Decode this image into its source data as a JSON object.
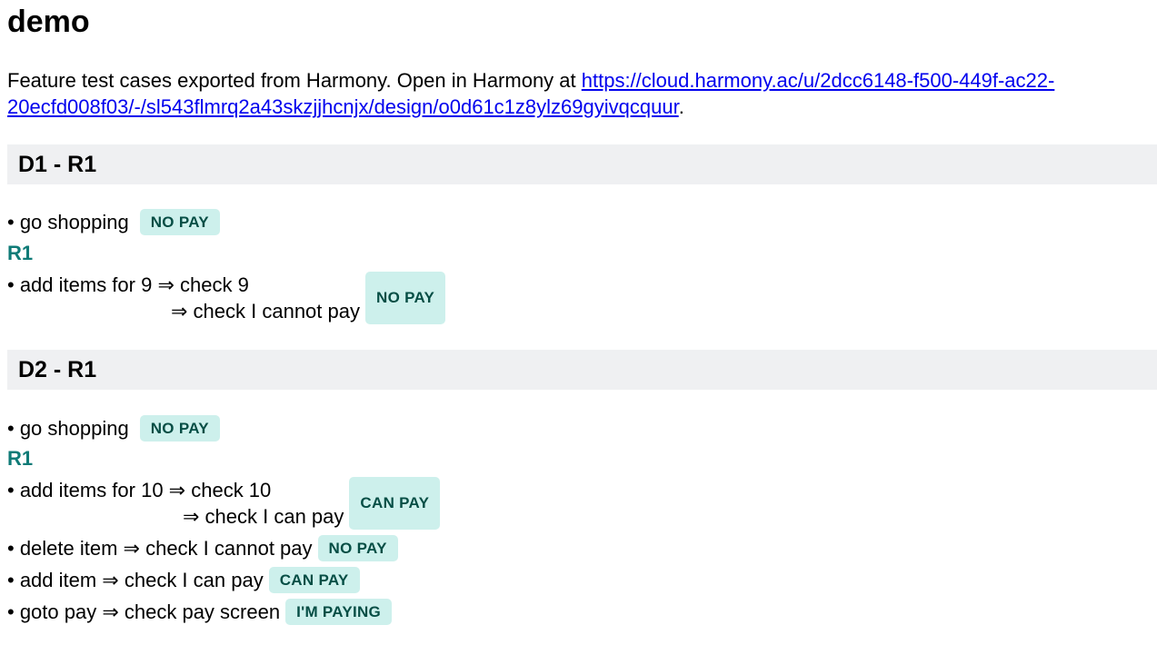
{
  "title": "demo",
  "intro": {
    "text": "Feature test cases exported from Harmony. Open in Harmony at ",
    "link_text": "https://cloud.harmony.ac/u/2dcc6148-f500-449f-ac22-20ecfd008f03/-/sl543flmrq2a43skzjjhcnjx/design/o0d61c1z8ylz69gyivqcquur",
    "suffix": "."
  },
  "sections": [
    {
      "header": "D1 - R1",
      "intro_step": {
        "text": "• go shopping",
        "badge": "NO PAY"
      },
      "rule": "R1",
      "steps": [
        {
          "lines": [
            "• add items for 9 ⇒ check 9",
            "⇒ check I cannot pay"
          ],
          "badge": "NO PAY"
        }
      ]
    },
    {
      "header": "D2 - R1",
      "intro_step": {
        "text": "• go shopping",
        "badge": "NO PAY"
      },
      "rule": "R1",
      "steps": [
        {
          "lines": [
            "• add items for 10 ⇒ check 10",
            "⇒ check I can pay"
          ],
          "badge": "CAN PAY"
        },
        {
          "lines": [
            "• delete item ⇒ check I cannot pay"
          ],
          "badge": "NO PAY"
        },
        {
          "lines": [
            "• add item ⇒ check I can pay"
          ],
          "badge": "CAN PAY"
        },
        {
          "lines": [
            "• goto pay ⇒ check pay screen"
          ],
          "badge": "I'M PAYING"
        }
      ]
    }
  ],
  "colors": {
    "badge_bg": "#cdf0ec",
    "badge_text": "#064e45",
    "rule_label": "#0f7b77",
    "section_bg": "#eff0f2",
    "link": "#0000ee"
  }
}
